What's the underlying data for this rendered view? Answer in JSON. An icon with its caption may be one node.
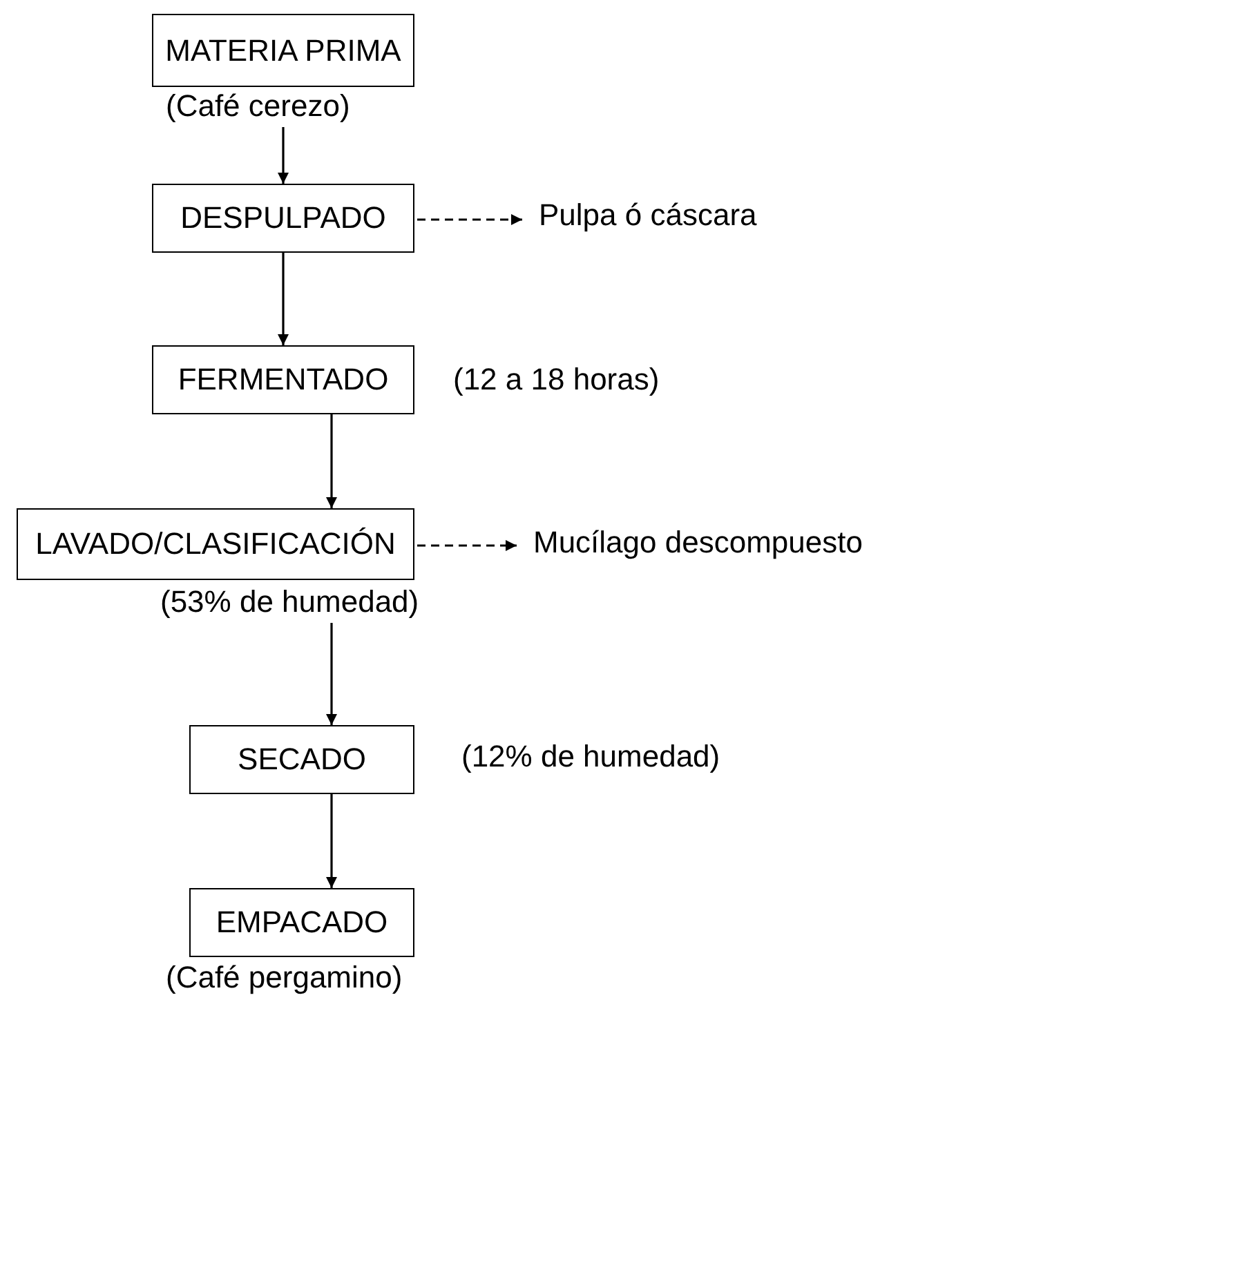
{
  "diagram": {
    "nodes": [
      {
        "text": [
          "MATERIA PRIMA"
        ],
        "beside": [
          "(Café cerezo)"
        ]
      },
      {
        "text": [
          "DESPULPADO"
        ]
      },
      {
        "text": [
          "Pulpa ó cáscara"
        ]
      },
      {
        "text": [
          "FERMENTADO"
        ],
        "beside": [
          "(12 a 18 horas)"
        ]
      },
      {
        "text": [
          "LAVADO/CLASIFICACIÓN"
        ],
        "beside": [
          "(53% de humedad)"
        ]
      },
      {
        "text": [
          "Mucílago descompuesto"
        ]
      },
      {
        "text": [
          "SECADO"
        ],
        "beside": [
          "(12% de humedad)"
        ]
      },
      {
        "text": [
          "EMPACADO"
        ],
        "beside": [
          "(Café pergamino)"
        ]
      }
    ],
    "edges": [
      {
        "from": 0,
        "to": 1,
        "arrow": "to"
      },
      {
        "from": 1,
        "to": 2,
        "arrow": "to",
        "style": "dashed"
      },
      {
        "from": 1,
        "to": 3,
        "arrow": "to"
      },
      {
        "from": 3,
        "to": 4,
        "arrow": "to"
      },
      {
        "from": 4,
        "to": 5,
        "arrow": "to",
        "style": "dashed"
      },
      {
        "from": 4,
        "to": 6,
        "arrow": "to"
      },
      {
        "from": 6,
        "to": 7,
        "arrow": "to"
      }
    ]
  }
}
